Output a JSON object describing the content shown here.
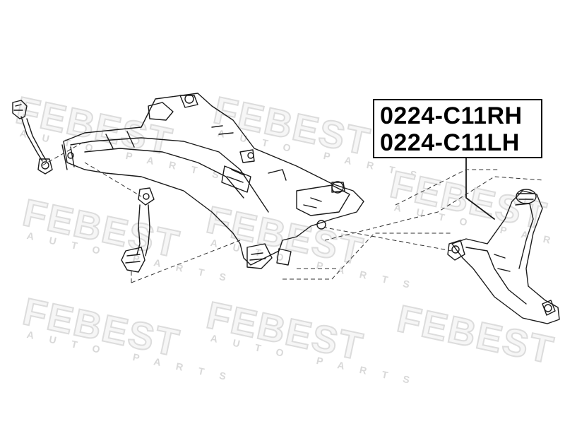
{
  "watermark": {
    "brand": "FEBEST",
    "sub": "AUTO PARTS"
  },
  "parts": {
    "rh": "0224-C11RH",
    "lh": "0224-C11LH"
  }
}
